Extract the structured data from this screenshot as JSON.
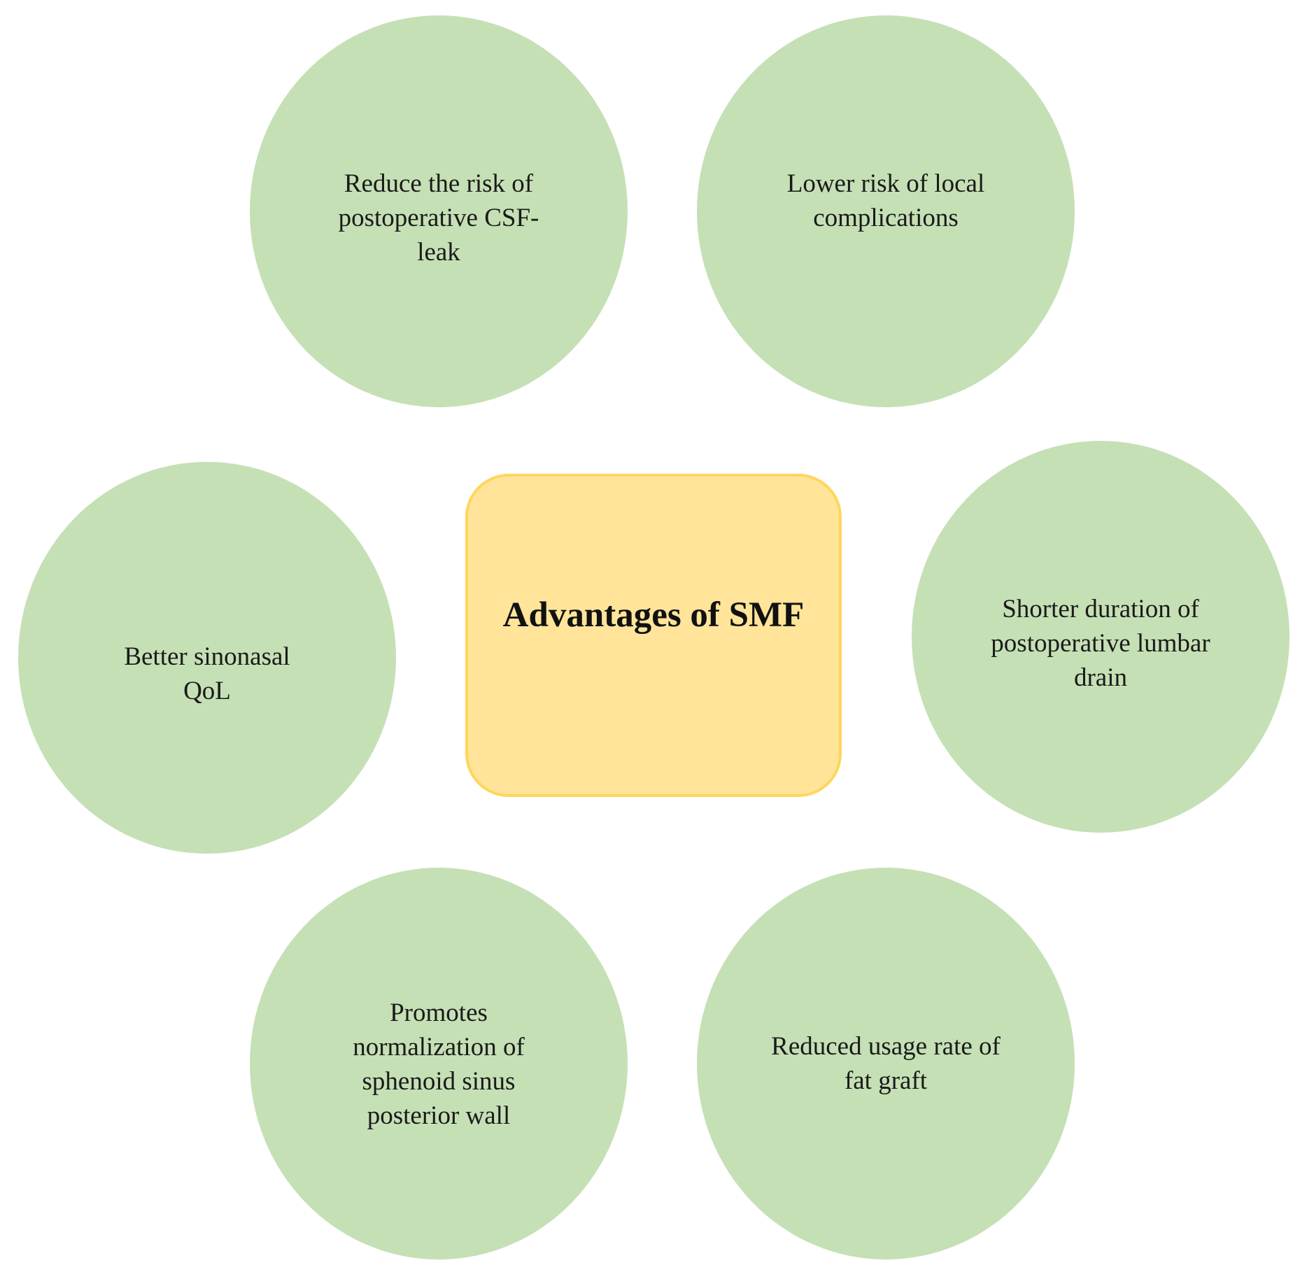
{
  "center": {
    "title": "Advantages of SMF"
  },
  "nodes": [
    {
      "id": "top-left",
      "label": "Reduce the risk of postoperative CSF-leak"
    },
    {
      "id": "top-right",
      "label": "Lower risk of local complications"
    },
    {
      "id": "middle-left",
      "label": "Better sinonasal QoL"
    },
    {
      "id": "middle-right",
      "label": "Shorter duration of postoperative lumbar drain"
    },
    {
      "id": "bottom-left",
      "label": "Promotes normalization of sphenoid sinus posterior wall"
    },
    {
      "id": "bottom-right",
      "label": "Reduced usage rate of fat graft"
    }
  ],
  "colors": {
    "circle_fill": "#c5e0b5",
    "center_fill": "#ffe49a",
    "center_border": "#ffd65c"
  }
}
